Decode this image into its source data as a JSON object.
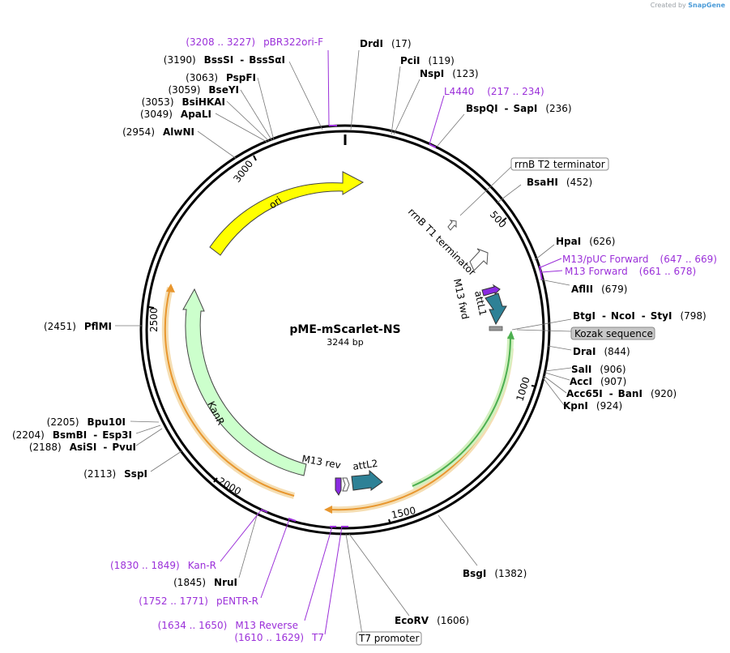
{
  "credit": {
    "prefix": "Created by",
    "brand": "SnapGene"
  },
  "plasmid": {
    "name": "pME-mScarlet-NS",
    "size_label": "3244 bp"
  },
  "colors": {
    "ori": "#ffff00",
    "kanr": "#ccffcc",
    "att": "#2e8196",
    "m13": "#8a2be2",
    "orange": "#e8962e",
    "green": "#4caf50",
    "primer": "#9b30d9",
    "backbone": "#000000"
  },
  "ticks": [
    "500",
    "1000",
    "1500",
    "2000",
    "2500",
    "3000"
  ],
  "sites": [
    {
      "name": "DrdI",
      "pos": "(17)"
    },
    {
      "name": "PciI",
      "pos": "(119)"
    },
    {
      "name": "NspI",
      "pos": "(123)"
    },
    {
      "name": "BspQI",
      "name2": "SapI",
      "pos": "(236)"
    },
    {
      "name": "BsaHI",
      "pos": "(452)"
    },
    {
      "name": "HpaI",
      "pos": "(626)"
    },
    {
      "name": "AflII",
      "pos": "(679)"
    },
    {
      "name": "BtgI",
      "name2": "NcoI",
      "name3": "StyI",
      "pos": "(798)"
    },
    {
      "name": "DraI",
      "pos": "(844)"
    },
    {
      "name": "SalI",
      "pos": "(906)"
    },
    {
      "name": "AccI",
      "pos": "(907)"
    },
    {
      "name": "Acc65I",
      "name2": "BanI",
      "pos": "(920)"
    },
    {
      "name": "KpnI",
      "pos": "(924)"
    },
    {
      "name": "BsgI",
      "pos": "(1382)"
    },
    {
      "name": "EcoRV",
      "pos": "(1606)"
    },
    {
      "name": "NruI",
      "pos": "(1845)"
    },
    {
      "name": "SspI",
      "pos": "(2113)"
    },
    {
      "name": "AsiSI",
      "name2": "PvuI",
      "pos": "(2188)"
    },
    {
      "name": "BsmBI",
      "name2": "Esp3I",
      "pos": "(2204)"
    },
    {
      "name": "Bpu10I",
      "pos": "(2205)"
    },
    {
      "name": "PflMI",
      "pos": "(2451)"
    },
    {
      "name": "AlwNI",
      "pos": "(2954)"
    },
    {
      "name": "ApaLI",
      "pos": "(3049)"
    },
    {
      "name": "BsiHKAI",
      "pos": "(3053)"
    },
    {
      "name": "BseYI",
      "pos": "(3059)"
    },
    {
      "name": "PspFI",
      "pos": "(3063)"
    },
    {
      "name": "BssSI",
      "name2": "BssSαI",
      "pos": "(3190)"
    }
  ],
  "primers": [
    {
      "name": "pBR322ori-F",
      "range": "(3208 .. 3227)"
    },
    {
      "name": "L4440",
      "range": "(217 .. 234)"
    },
    {
      "name": "M13/pUC Forward",
      "range": "(647 .. 669)"
    },
    {
      "name": "M13 Forward",
      "range": "(661 .. 678)"
    },
    {
      "name": "Kan-R",
      "range": "(1830 .. 1849)"
    },
    {
      "name": "pENTR-R",
      "range": "(1752 .. 1771)"
    },
    {
      "name": "M13 Reverse",
      "range": "(1634 .. 1650)"
    },
    {
      "name": "T7",
      "range": "(1610 .. 1629)"
    }
  ],
  "boxed_features": {
    "rrnb_t2": "rrnB T2 terminator",
    "kozak": "Kozak sequence",
    "t7_promoter": "T7 promoter"
  },
  "features": {
    "ori": "ori",
    "kanr": "KanR",
    "rrnb_t1": "rrnB T1 terminator",
    "m13_fwd": "M13 fwd",
    "attl1": "attL1",
    "m13_rev": "M13 rev",
    "attl2": "attL2"
  }
}
